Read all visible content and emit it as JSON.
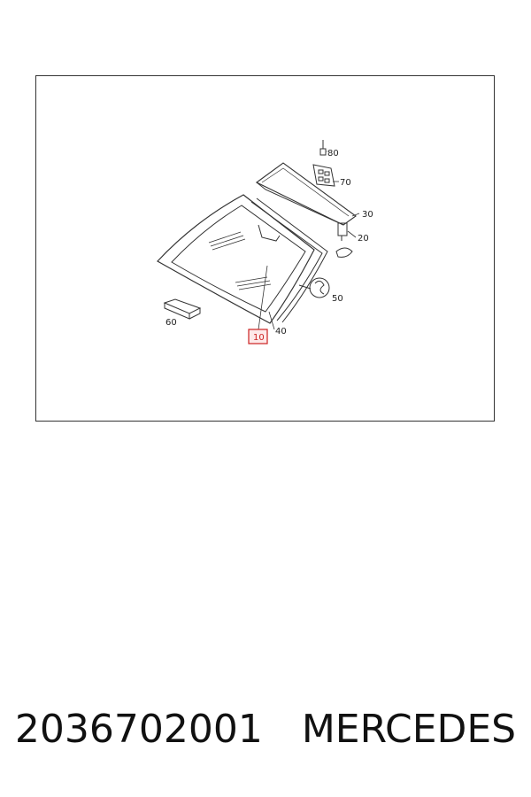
{
  "diagram": {
    "parts": [
      {
        "id": "10",
        "label": "10",
        "highlighted": true
      },
      {
        "id": "20",
        "label": "20",
        "highlighted": false
      },
      {
        "id": "30",
        "label": "30",
        "highlighted": false
      },
      {
        "id": "40",
        "label": "40",
        "highlighted": false
      },
      {
        "id": "50",
        "label": "50",
        "highlighted": false
      },
      {
        "id": "60",
        "label": "60",
        "highlighted": false
      },
      {
        "id": "70",
        "label": "70",
        "highlighted": false
      },
      {
        "id": "80",
        "label": "80",
        "highlighted": false
      }
    ],
    "colors": {
      "line": "#333333",
      "highlight": "#cc2222",
      "fill": "#ffffff"
    }
  },
  "caption": {
    "part_number": "2036702001",
    "brand": "MERCEDES"
  }
}
